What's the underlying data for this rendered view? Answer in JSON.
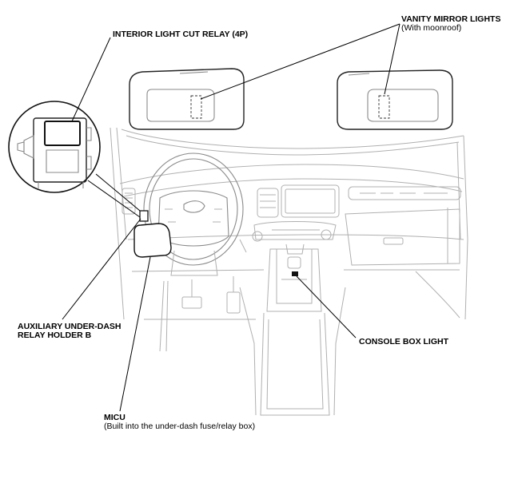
{
  "labels": {
    "interior_light_cut_relay": "INTERIOR LIGHT CUT RELAY (4P)",
    "vanity_mirror_lights": "VANITY MIRROR LIGHTS",
    "vanity_mirror_lights_note": "(With moonroof)",
    "auxiliary_relay_holder_line1": "AUXILIARY UNDER-DASH",
    "auxiliary_relay_holder_line2": "RELAY HOLDER B",
    "console_box_light": "CONSOLE BOX LIGHT",
    "micu": "MICU",
    "micu_note": "(Built into the under-dash fuse/relay box)"
  }
}
